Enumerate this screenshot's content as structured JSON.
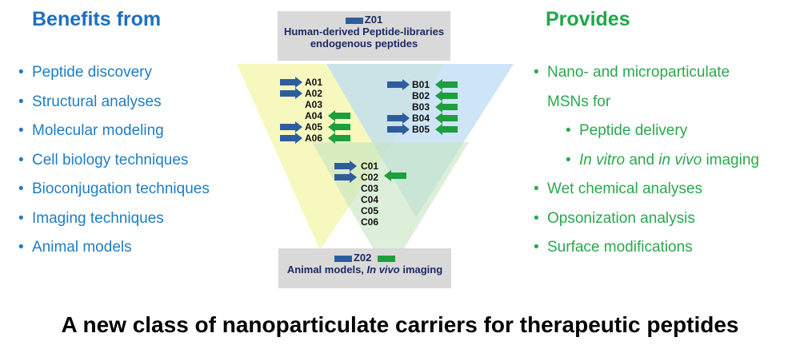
{
  "left": {
    "title": "Benefits from",
    "items": [
      "Peptide discovery",
      "Structural analyses",
      "Molecular modeling",
      "Cell biology techniques",
      "Bioconjugation techniques",
      "Imaging techniques",
      "Animal models"
    ]
  },
  "right": {
    "title": "Provides",
    "items": [
      "Nano- and microparticulate",
      "MSNs for",
      "Peptide delivery",
      "In vitro",
      "and",
      "in vivo",
      "imaging",
      "Wet chemical analyses",
      "Opsonization analysis",
      "Surface modifications"
    ]
  },
  "diagram": {
    "top": {
      "code": "Z01",
      "line1": "Human-derived Peptide-libraries",
      "line2": "endogenous peptides"
    },
    "bottom": {
      "code": "Z02",
      "line1": "Animal models, ",
      "line1_italic": "In vivo",
      "line1_end": " imaging"
    },
    "a": [
      "A01",
      "A02",
      "A03",
      "A04",
      "A05",
      "A06"
    ],
    "b": [
      "B01",
      "B02",
      "B03",
      "B04",
      "B05"
    ],
    "c": [
      "C01",
      "C02",
      "C03",
      "C04",
      "C05",
      "C06"
    ]
  },
  "footer": "A new class of nanoparticulate carriers for therapeutic peptides",
  "colors": {
    "blue_text": "#1f7dc4",
    "green_text": "#2aa84e",
    "arrow_blue": "#2e5d9e",
    "arrow_green": "#1e9e3e"
  }
}
